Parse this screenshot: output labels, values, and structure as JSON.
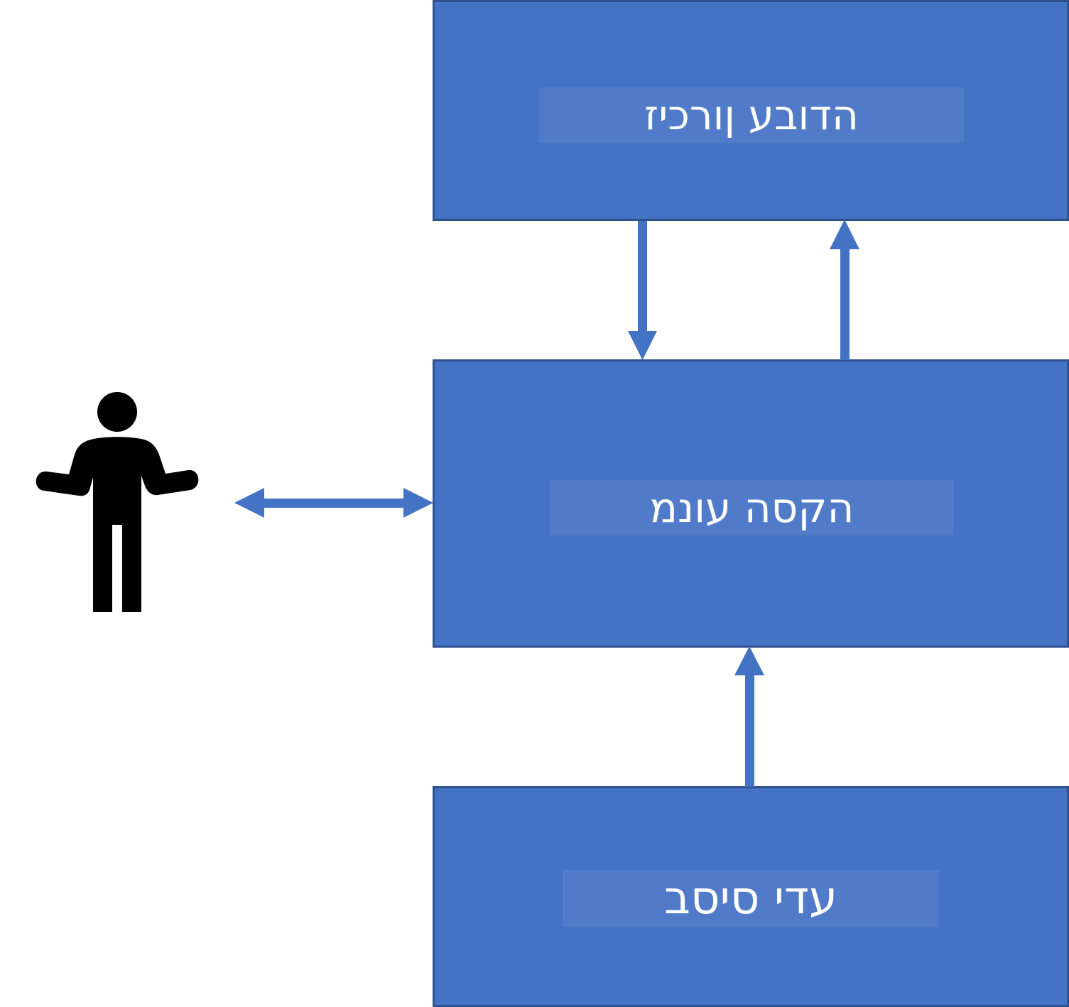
{
  "diagram": {
    "colors": {
      "box_fill": "#4472c4",
      "box_border": "#2f528f",
      "arrow": "#4472c4",
      "label_text": "#ffffff",
      "person": "#000000"
    },
    "boxes": {
      "top": {
        "label": "הדובע ןורכיז"
      },
      "middle": {
        "label": "הקסה עונמ"
      },
      "bottom": {
        "label": "עדי סיסב"
      }
    },
    "person_icon": "person-shrug-icon"
  }
}
